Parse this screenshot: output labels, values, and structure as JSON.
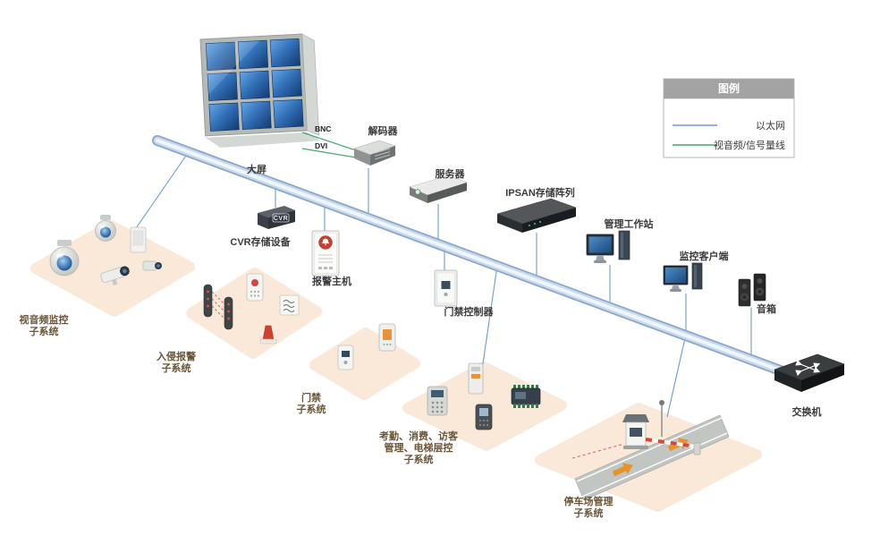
{
  "legend": {
    "title": "图例",
    "items": [
      {
        "id": "ethernet",
        "label": "以太网",
        "color": "#6b9bd2"
      },
      {
        "id": "signal",
        "label": "视音频/信号量线",
        "color": "#45a86d"
      }
    ]
  },
  "cable_labels": {
    "bnc": "BNC",
    "dvi": "DVI"
  },
  "devices": {
    "big_screen": {
      "label": "大屏"
    },
    "decoder": {
      "label": "解码器"
    },
    "server": {
      "label": "服务器"
    },
    "ipsan": {
      "label": "IPSAN存储阵列"
    },
    "workstation": {
      "label": "管理工作站"
    },
    "client": {
      "label": "监控客户端"
    },
    "speaker": {
      "label": "音箱"
    },
    "switch": {
      "label": "交换机"
    },
    "cvr": {
      "label": "CVR存储设备",
      "badge": "CVR"
    },
    "alarm_host": {
      "label": "报警主机"
    },
    "access_controller": {
      "label": "门禁控制器"
    }
  },
  "subsystems": {
    "video_surveillance": {
      "lines": [
        "视音频监控",
        "子系统"
      ]
    },
    "intrusion_alarm": {
      "lines": [
        "入侵报警",
        "子系统"
      ]
    },
    "access_control": {
      "lines": [
        "门禁",
        "子系统"
      ]
    },
    "attendance": {
      "lines": [
        "考勤、消费、访客",
        "管理、电梯层控",
        "子系统"
      ]
    },
    "parking": {
      "lines": [
        "停车场管理",
        "子系统"
      ]
    }
  },
  "colors": {
    "backbone": "#9db8d8",
    "ethernet_line": "#6b9bd2",
    "signal_line": "#45a86d",
    "platform": "#fae9d8",
    "screen_blue": "#2f6cb3",
    "legend_header": "#a3a3a3",
    "alarm_red": "#c44134",
    "road_gray": "#c2c6c2",
    "arrow_orange": "#e8932a"
  }
}
